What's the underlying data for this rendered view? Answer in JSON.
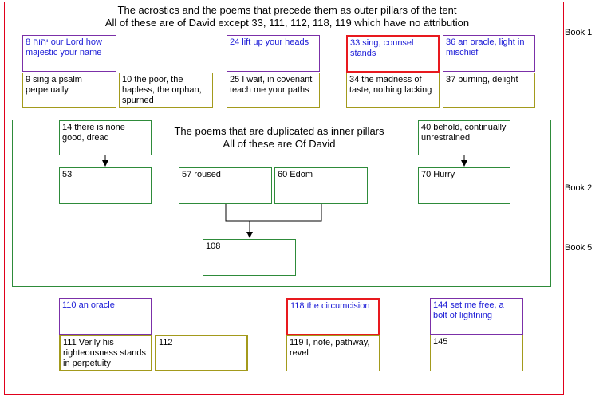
{
  "titles": {
    "line1": "The acrostics and the poems that precede them as outer pillars of the tent",
    "line2": "All of these are of David except 33, 111, 112, 118, 119 which have no attribution",
    "inner1": "The poems that are duplicated as inner pillars",
    "inner2": "All of these are Of David"
  },
  "books": {
    "b1": "Book 1",
    "b2": "Book 2",
    "b5": "Book 5"
  },
  "boxes": {
    "p8": "8 יהוה our Lord how majestic your name",
    "p9": "9 sing a psalm perpetually",
    "p10": "10 the poor, the hapless, the orphan, spurned",
    "p24": "24 lift up your heads",
    "p25": "25 I wait, in covenant teach me your paths",
    "p33": "33 sing, counsel stands",
    "p34": "34 the madness of taste, nothing lacking",
    "p36": "36 an oracle, light in mischief",
    "p37": "37 burning, delight",
    "p14": "14 there is none good, dread",
    "p53": "53",
    "p57": "57 roused",
    "p60": "60 Edom",
    "p40": "40 behold, continually unrestrained",
    "p70": "70 Hurry",
    "p108": "108",
    "p110": "110 an oracle",
    "p111": "111 Verily his righteousness stands in perpetuity",
    "p112": "112",
    "p118": "118 the circumcision",
    "p119": "119 I, note, pathway, revel",
    "p144": "144 set me free, a bolt of lightning",
    "p145": "145"
  }
}
